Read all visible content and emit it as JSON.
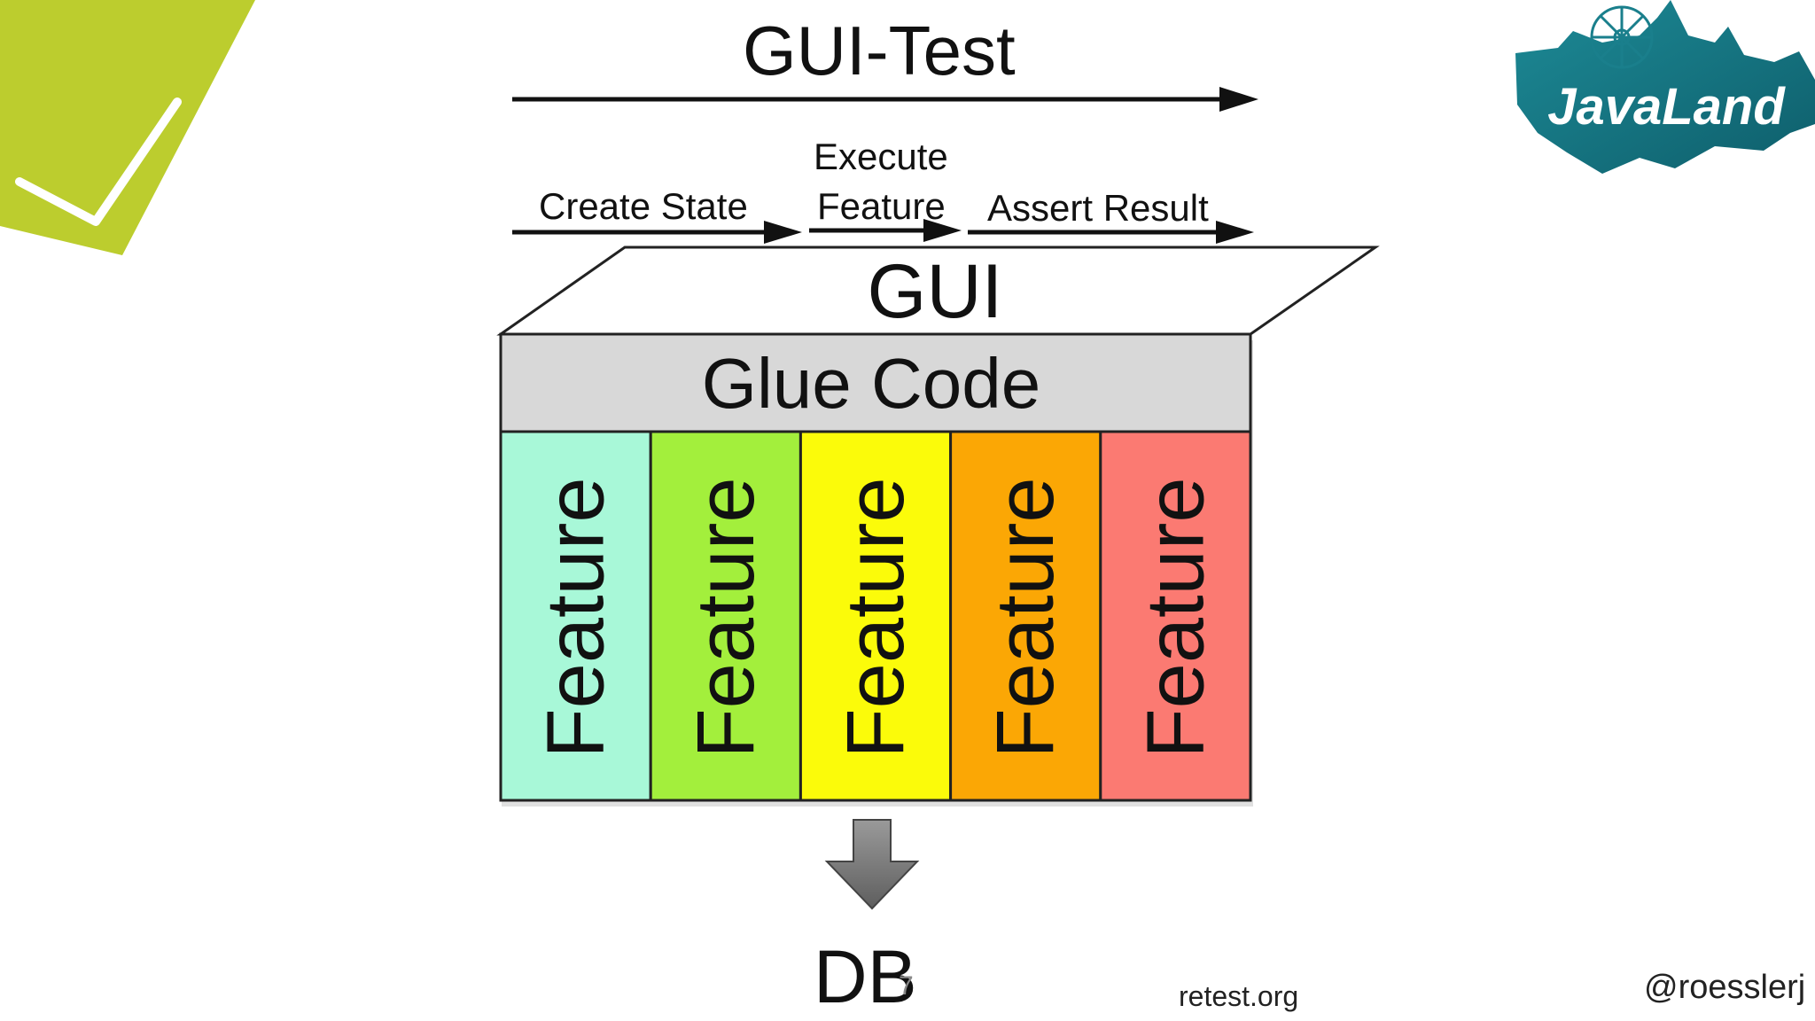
{
  "slide": {
    "title": "GUI-Test",
    "steps": {
      "create_state": "Create State",
      "execute_line1": "Execute",
      "execute_line2": "Feature",
      "assert_result": "Assert Result"
    },
    "gui_label": "GUI",
    "glue_label": "Glue Code",
    "features": [
      {
        "label": "Feature",
        "color": "#a8f8d8"
      },
      {
        "label": "Feature",
        "color": "#a3ef3c"
      },
      {
        "label": "Feature",
        "color": "#fbfb0a"
      },
      {
        "label": "Feature",
        "color": "#fba705"
      },
      {
        "label": "Feature",
        "color": "#fb7a72"
      }
    ],
    "db_label": "DB",
    "page_number": "7",
    "footer_site": "retest.org",
    "footer_handle": "@roesslerj",
    "logo_text": "JavaLand"
  },
  "colors": {
    "accent_green": "#bccd2e",
    "glue_gray": "#d8d8d8",
    "logo_teal": "#16727f",
    "arrow_gray": "#7a7a7a"
  }
}
